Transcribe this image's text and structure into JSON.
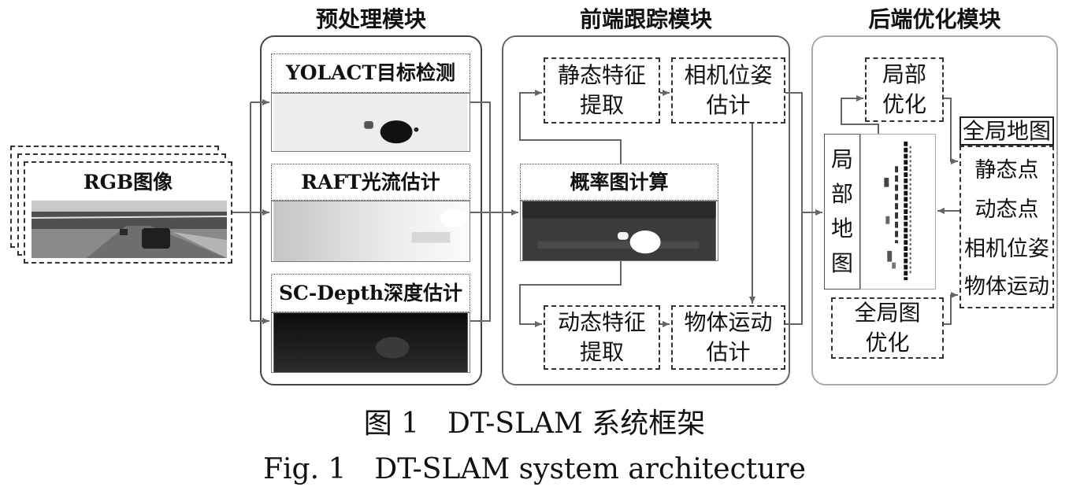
{
  "input": {
    "label": "RGB图像"
  },
  "preprocessing": {
    "title": "预处理模块",
    "yolact": "YOLACT目标检测",
    "raft": "RAFT光流估计",
    "depth": "SC-Depth深度估计"
  },
  "frontend": {
    "title": "前端跟踪模块",
    "static_feature": [
      "静态特征",
      "提取"
    ],
    "camera_pose": [
      "相机位姿",
      "估计"
    ],
    "prob_map": "概率图计算",
    "dynamic_feature": [
      "动态特征",
      "提取"
    ],
    "object_motion": [
      "物体运动",
      "估计"
    ]
  },
  "backend": {
    "title": "后端优化模块",
    "local_opt": [
      "局部",
      "优化"
    ],
    "local_map": [
      "局",
      "部",
      "地",
      "图"
    ],
    "global_map_title": "全局地图",
    "global_map_items": [
      "静态点",
      "动态点",
      "相机位姿",
      "物体运动"
    ],
    "global_opt": [
      "全局图",
      "优化"
    ]
  },
  "caption": {
    "cn": "图 1　DT-SLAM 系统框架",
    "en": "Fig. 1　DT-SLAM system architecture"
  },
  "colors": {
    "module_border_pre": "#444444",
    "module_border_front": "#666666",
    "module_border_back": "#aaaaaa",
    "arrow": "#666666"
  }
}
